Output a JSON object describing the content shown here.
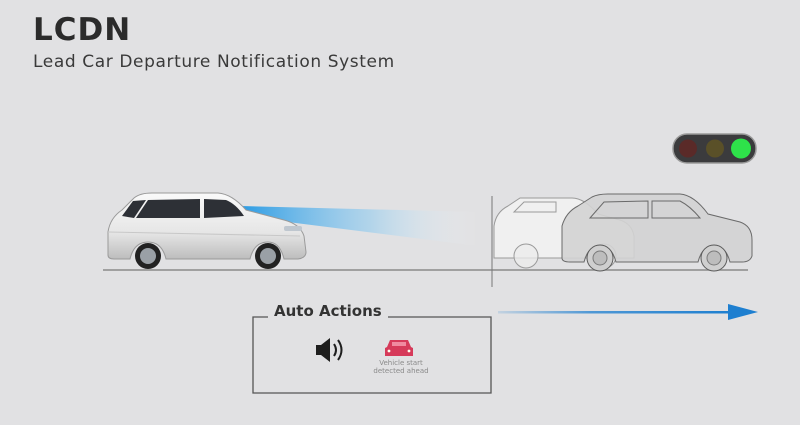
{
  "header": {
    "title": "LCDN",
    "subtitle": "Lead Car Departure Notification System"
  },
  "auto_actions": {
    "title": "Auto Actions",
    "caption_line1": "Vehicle start",
    "caption_line2": "detected ahead",
    "sound_icon": "speaker-icon",
    "car_icon": "car-front-icon"
  },
  "traffic_light": {
    "lamps": [
      {
        "state": "off",
        "color": "#5a2a28"
      },
      {
        "state": "off",
        "color": "#5a5028"
      },
      {
        "state": "on",
        "color": "#2ee24a"
      }
    ]
  },
  "colors": {
    "background": "#e1e1e3",
    "sensor_beam": "#3aa6e6",
    "motion_arrow": "#1e7fd0",
    "alert_car": "#d63a5a"
  }
}
